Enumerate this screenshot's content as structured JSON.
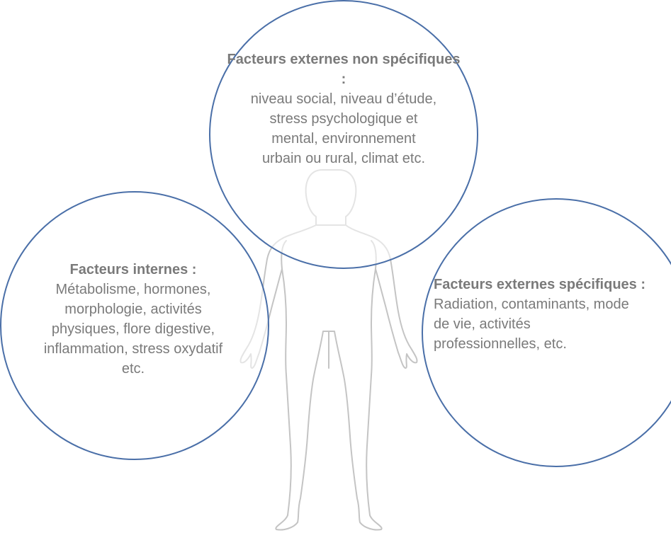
{
  "top": {
    "heading": "Facteurs externes non spécifiques :",
    "body": "niveau social, niveau d’étude,\nstress psychologique et\nmental, environnement\nurbain ou rural, climat etc."
  },
  "left": {
    "heading": "Facteurs internes :",
    "body": "Métabolisme, hormones,\nmorphologie, activités\nphysiques, flore digestive,\ninflammation, stress oxydatif\netc."
  },
  "right": {
    "heading": "Facteurs externes spécifiques :",
    "body": "Radiation, contaminants, mode\nde vie,  activités\nprofessionnelles,  etc."
  },
  "colors": {
    "circle_stroke": "#4a6fa8",
    "text": "#7a7a7a",
    "silhouette": "#c8c8c8"
  }
}
